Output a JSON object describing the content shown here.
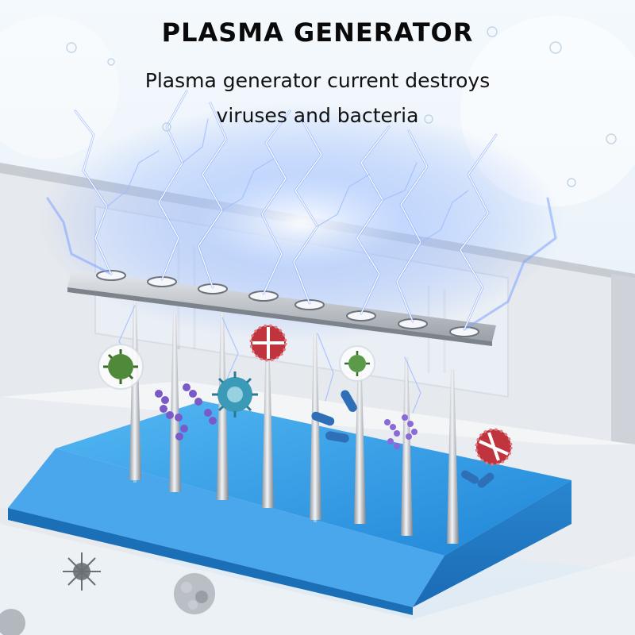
{
  "heading": {
    "title": "PLASMA GENERATOR",
    "subtitle_line1": "Plasma generator current destroys",
    "subtitle_line2": "viruses and bacteria"
  },
  "illustration": {
    "electrode_count": 8,
    "colors": {
      "sky": "#eaf4fb",
      "base_plate": "#2f9bea",
      "housing": "#d2d6dc",
      "electrode": "#c8ccd2",
      "spark": "#7fa8ff",
      "germ_green": "#4f8a3a",
      "germ_red": "#c0343e",
      "virus_teal": "#3a9ab8",
      "bacteria_purple": "#7a5ac8",
      "bacteria_blue": "#2f6fb8"
    },
    "icons": [
      "spark-icon",
      "germ-icon",
      "virus-icon",
      "bacteria-rod-icon",
      "bacteria-chain-icon",
      "dust-particle-icon"
    ]
  }
}
